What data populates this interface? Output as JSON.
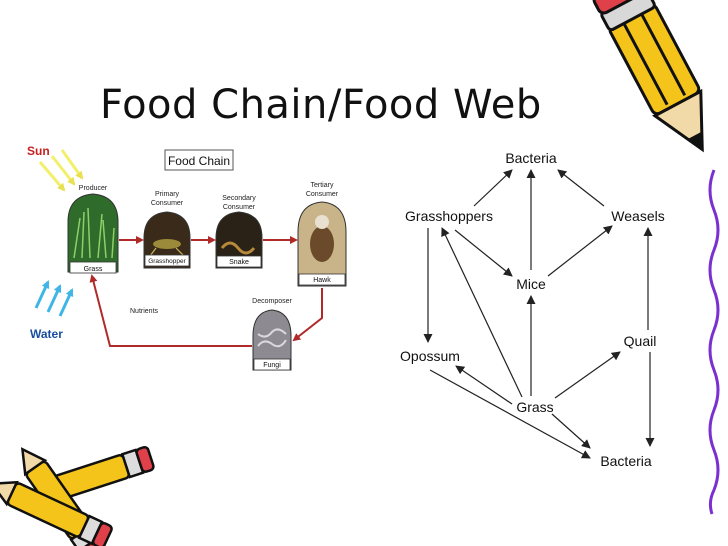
{
  "title": "Food Chain/Food Web",
  "food_chain": {
    "heading": "Food Chain",
    "sun": "Sun",
    "water": "Water",
    "nutrients": "Nutrients",
    "roles": {
      "producer": "Producer",
      "primary": [
        "Primary",
        "Consumer"
      ],
      "secondary": [
        "Secondary",
        "Consumer"
      ],
      "tertiary": [
        "Tertiary",
        "Consumer"
      ],
      "decomposer": "Decomposer"
    },
    "organisms": {
      "grass": "Grass",
      "grasshopper": "Grasshopper",
      "snake": "Snake",
      "hawk": "Hawk",
      "fungi": "Fungi"
    }
  },
  "food_web": {
    "bacteria_top": "Bacteria",
    "grasshoppers": "Grasshoppers",
    "weasels": "Weasels",
    "mice": "Mice",
    "quail": "Quail",
    "opossum": "Opossum",
    "grass": "Grass",
    "bacteria_bottom": "Bacteria"
  },
  "colors": {
    "chain_arrow": "#b02a2a",
    "sun_arrow": "#f2ef6a",
    "water_arrow": "#3fb6e6",
    "web_arrow": "#222222",
    "sun_text": "#c62020",
    "water_text": "#1a4fa0",
    "border_wave": "#7a2fd0"
  }
}
